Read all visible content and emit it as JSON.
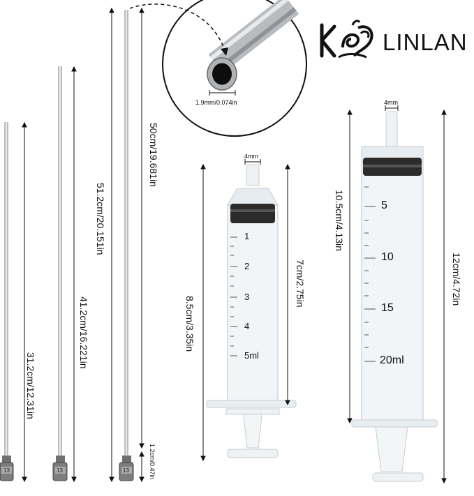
{
  "brand": {
    "name": "LINLAN"
  },
  "detail": {
    "inner_diameter": "1.9mm/0.074in"
  },
  "needles": {
    "short": {
      "length": "31.2cm/12.31in",
      "gauge": "13"
    },
    "medium": {
      "length": "41.2cm/16.221in",
      "gauge": "13"
    },
    "long": {
      "length": "51.2cm/20.151in",
      "gauge": "13"
    },
    "long_alt": {
      "length": "50cm/19.681in"
    },
    "hub_length": "1.2cm/0.47in"
  },
  "syringe_small": {
    "tip": "4mm",
    "length": "8.5cm/3.35in",
    "barrel": "7cm/2.75in",
    "marks": [
      "1",
      "2",
      "3",
      "4",
      "5ml"
    ]
  },
  "syringe_large": {
    "tip": "4mm",
    "length": "12cm/4.72in",
    "barrel": "10.5cm/4.13in",
    "marks": [
      "5",
      "10",
      "15",
      "20ml"
    ]
  },
  "colors": {
    "metal": "#b9bcbf",
    "plastic": "#e6ecef",
    "line": "#111111",
    "plunger": "#2b2b2b"
  }
}
